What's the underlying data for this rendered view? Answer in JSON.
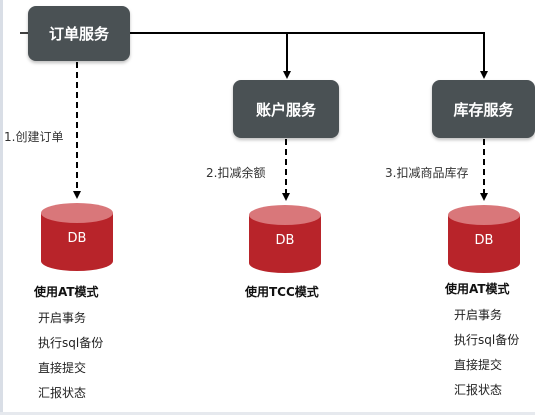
{
  "colors": {
    "service_fill": "#4a5154",
    "db_fill": "#b8242a",
    "db_top": "#d9777a"
  },
  "services": {
    "order": "订单服务",
    "account": "账户服务",
    "storage": "库存服务"
  },
  "edge_labels": {
    "create_order": "1.创建订单",
    "deduct_balance": "2.扣减余额",
    "deduct_stock": "3.扣减商品库存"
  },
  "databases": [
    {
      "label": "DB",
      "mode": "使用AT模式",
      "steps": [
        "开启事务",
        "执行sql备份",
        "直接提交",
        "汇报状态"
      ]
    },
    {
      "label": "DB",
      "mode": "使用TCC模式",
      "steps": []
    },
    {
      "label": "DB",
      "mode": "使用AT模式",
      "steps": [
        "开启事务",
        "执行sql备份",
        "直接提交",
        "汇报状态"
      ]
    }
  ]
}
